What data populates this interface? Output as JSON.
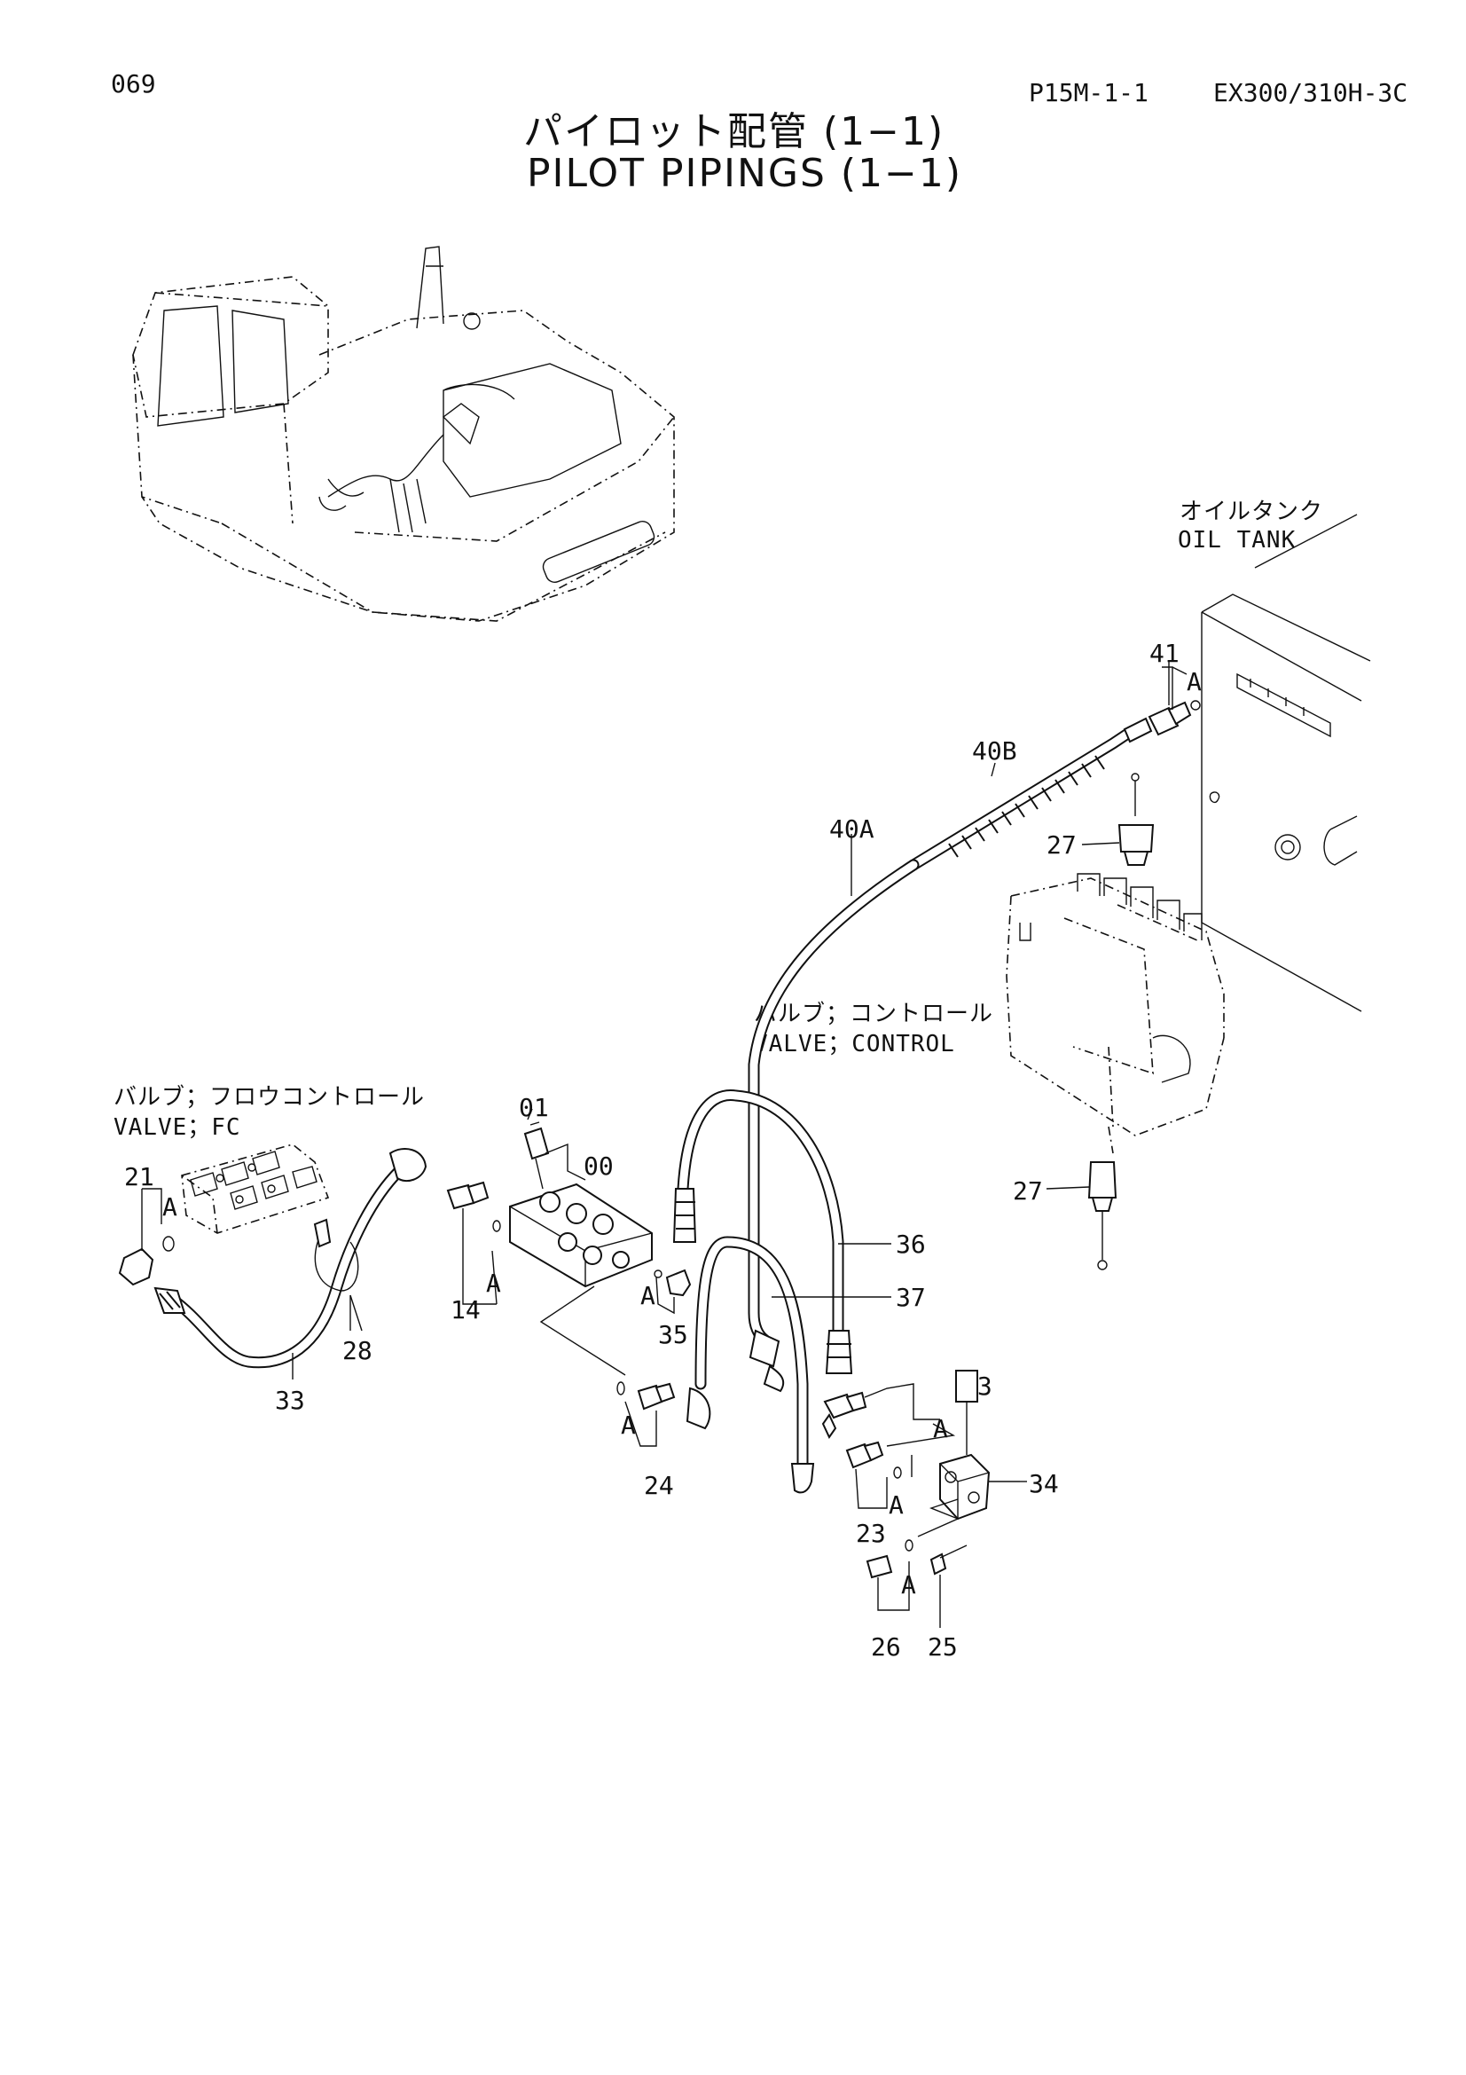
{
  "header": {
    "page_number": "069",
    "code": "P15M-1-1",
    "model": "EX300/310H-3C"
  },
  "title": {
    "japanese": "パイロット配管 (1−1)",
    "english": "PILOT PIPINGS (1−1)"
  },
  "components": {
    "oil_tank_jp": "オイルタンク",
    "oil_tank_en": "OIL TANK",
    "control_valve_jp": "バルブ；コントロール",
    "control_valve_en": "VALVE；CONTROL",
    "fc_valve_jp": "バルブ；フロウコントロール",
    "fc_valve_en": "VALVE；FC"
  },
  "callouts": {
    "c41": "41",
    "c40B": "40B",
    "c40A": "40A",
    "c27_top": "27",
    "c27_bottom": "27",
    "c01": "01",
    "c00": "00",
    "c21": "21",
    "c14": "14",
    "c35": "35",
    "c36": "36",
    "c37": "37",
    "c28": "28",
    "c33": "33",
    "c23_top": "23",
    "c23_bottom": "23",
    "c34": "34",
    "c24": "24",
    "c26": "26",
    "c25": "25"
  },
  "sets": {
    "a41": "A",
    "a21": "A",
    "a14": "A",
    "a35": "A",
    "a24": "A",
    "a23_top": "A",
    "a23_bottom": "A",
    "a26": "A"
  }
}
